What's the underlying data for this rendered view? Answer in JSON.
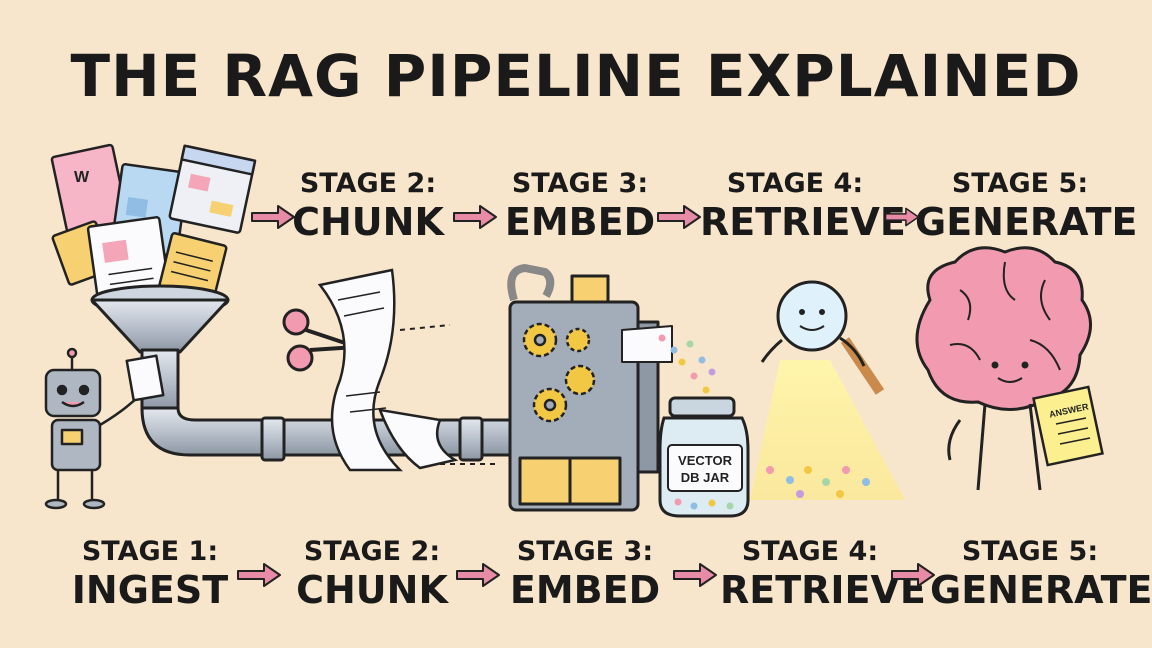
{
  "title": "THE RAG PIPELINE EXPLAINED",
  "top_stages": [
    {
      "stage": "STAGE 2:",
      "name": "CHUNK"
    },
    {
      "stage": "STAGE 3:",
      "name": "EMBED"
    },
    {
      "stage": "STAGE 4:",
      "name": "RETRIEVE"
    },
    {
      "stage": "STAGE 5:",
      "name": "GENERATE"
    }
  ],
  "bottom_stages": [
    {
      "stage": "STAGE 1:",
      "name": "INGEST"
    },
    {
      "stage": "STAGE 2:",
      "name": "CHUNK"
    },
    {
      "stage": "STAGE 3:",
      "name": "EMBED"
    },
    {
      "stage": "STAGE 4:",
      "name": "RETRIEVE"
    },
    {
      "stage": "STAGE 5:",
      "name": "GENERATE"
    }
  ],
  "illustration_text": {
    "doc_letter": "W",
    "jar_label_line1": "VECTOR",
    "jar_label_line2": "DB JAR",
    "answer_label": "ANSWER"
  },
  "colors": {
    "background": "#f8e6cc",
    "arrow": "#e88ba6",
    "brain": "#f29bb0",
    "jar": "#dcecf2",
    "machine": "#9aa6b4",
    "gear": "#f2c744",
    "light_beam": "#fbef8f"
  },
  "icons": [
    "documents-icon",
    "funnel-icon",
    "robot-icon",
    "pipe-icon",
    "scissors-icon",
    "paper-strip-icon",
    "machine-icon",
    "gear-icon",
    "jar-icon",
    "magnifier-icon",
    "brain-icon",
    "answer-document-icon",
    "arrow-icon"
  ]
}
